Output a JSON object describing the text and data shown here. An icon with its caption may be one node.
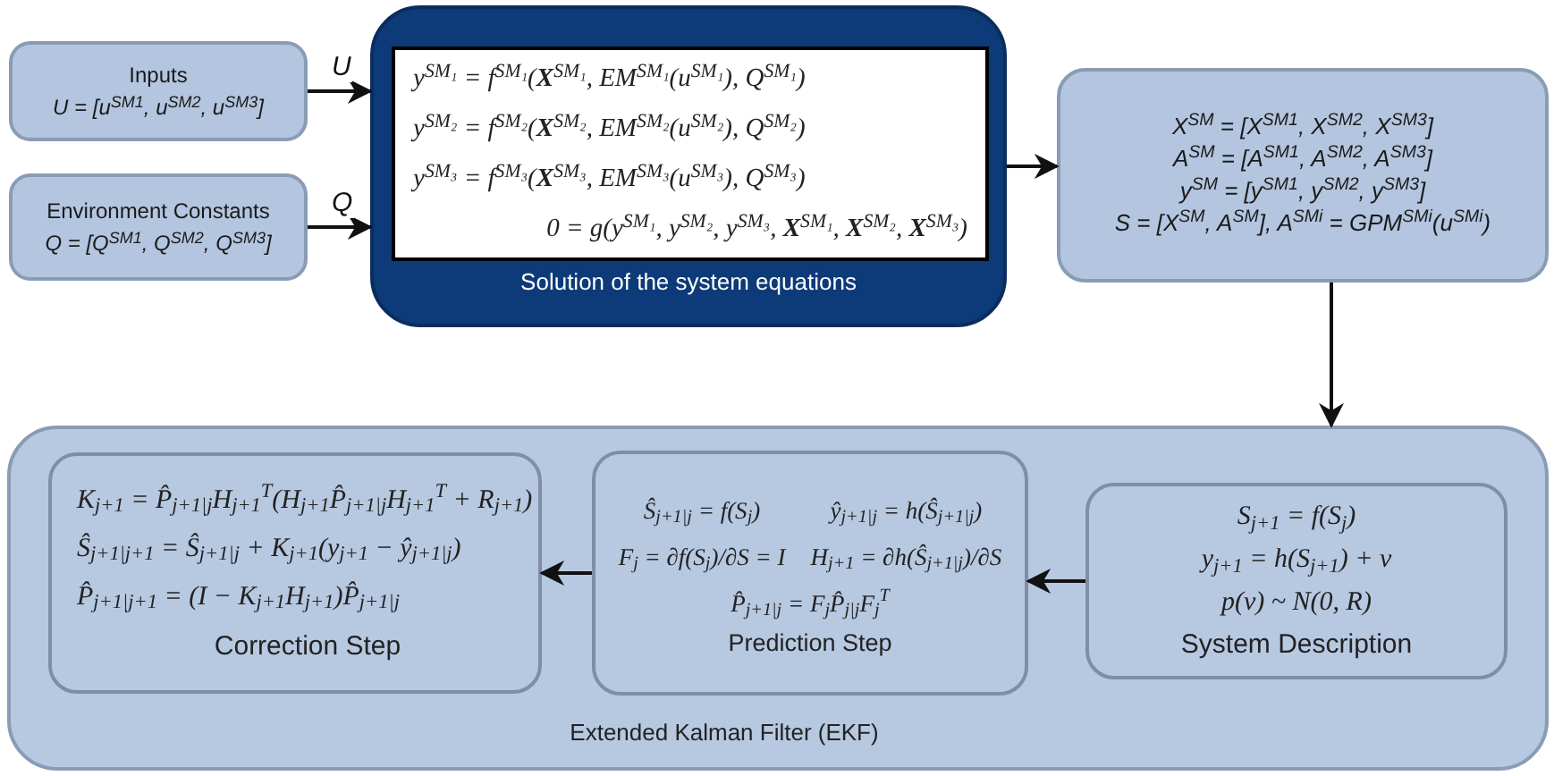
{
  "diagram": {
    "nodes": [
      {
        "text": [
          "Inputs",
          "U = [u$^{SM1}$, u$^{SM2}$, u$^{SM3}$]"
        ]
      },
      {
        "text": [
          "Environment Constants",
          "Q = [Q$^{SM1}$, Q$^{SM2}$, Q$^{SM3}$]"
        ]
      },
      {
        "text": [
          "Solution of the system equations"
        ]
      },
      {
        "text": [
          "y$^{SM₁}$ = f$^{SM₁}$(**X**$^{SM₁}$, EM$^{SM₁}$(u$^{SM₁}$), Q$^{SM₁}$)",
          "y$^{SM₂}$ = f$^{SM₂}$(**X**$^{SM₂}$, EM$^{SM₂}$(u$^{SM₂}$), Q$^{SM₂}$)",
          "y$^{SM₃}$ = f$^{SM₃}$(**X**$^{SM₃}$, EM$^{SM₃}$(u$^{SM₃}$), Q$^{SM₃}$)",
          "0 = g(y$^{SM₁}$, y$^{SM₂}$, y$^{SM₃}$, **X**$^{SM₁}$, **X**$^{SM₂}$, **X**$^{SM₃}$)"
        ],
        "in": 2
      },
      {
        "text": [
          "X$^{SM}$ = [X$^{SM1}$, X$^{SM2}$, X$^{SM3}$]",
          "A$^{SM}$ = [A$^{SM1}$, A$^{SM2}$, A$^{SM3}$]",
          "y$^{SM}$ = [y$^{SM1}$, y$^{SM2}$, y$^{SM3}$]",
          "S = [X$^{SM}$, A$^{SM}$], A$^{SMi}$ = GPM$^{SMi}$(u$^{SMi}$)"
        ]
      },
      {
        "text": [
          "Extended Kalman Filter (EKF)"
        ]
      },
      {
        "text": [
          "K$_{j+1}$ = P̂$_{j+1|j}$H$_{j+1}$$^{T}$(H$_{j+1}$P̂$_{j+1|j}$H$_{j+1}$$^{T}$ + R$_{j+1}$)",
          "Ŝ$_{j+1|j+1}$ = Ŝ$_{j+1|j}$ + K$_{j+1}$(y$_{j+1}$ − ŷ$_{j+1|j}$)",
          "P̂$_{j+1|j+1}$ = (I − K$_{j+1}$H$_{j+1}$)P̂$_{j+1|j}$",
          "Correction Step"
        ],
        "in": 5
      },
      {
        "text": [
          "Ŝ$_{j+1|j}$ = f(S$_{j}$)",
          "ŷ$_{j+1|j}$ = h(Ŝ$_{j+1|j}$)",
          "F$_{j}$ = ∂f(S$_{j}$)/∂S = I",
          "H$_{j+1}$ = ∂h(Ŝ$_{j+1|j}$)/∂S",
          "P̂$_{j+1|j}$ = F$_{j}$P̂$_{j|j}$F$_{j}$$^{T}$",
          "Prediction Step"
        ],
        "in": 5
      },
      {
        "text": [
          "S$_{j+1}$ = f(S$_{j}$)",
          "y$_{j+1}$ = h(S$_{j+1}$) + v",
          "p(v) ~ N(0, R)",
          "System Description"
        ],
        "in": 5
      }
    ],
    "edges": [
      {
        "from": 0,
        "to": 2,
        "arrow": "to",
        "label": "U"
      },
      {
        "from": 1,
        "to": 2,
        "arrow": "to",
        "label": "Q"
      },
      {
        "from": 2,
        "to": 4,
        "arrow": "to"
      },
      {
        "from": 4,
        "to": 5,
        "arrow": "to"
      },
      {
        "from": 8,
        "to": 7,
        "arrow": "to"
      },
      {
        "from": 7,
        "to": 6,
        "arrow": "to"
      }
    ]
  }
}
